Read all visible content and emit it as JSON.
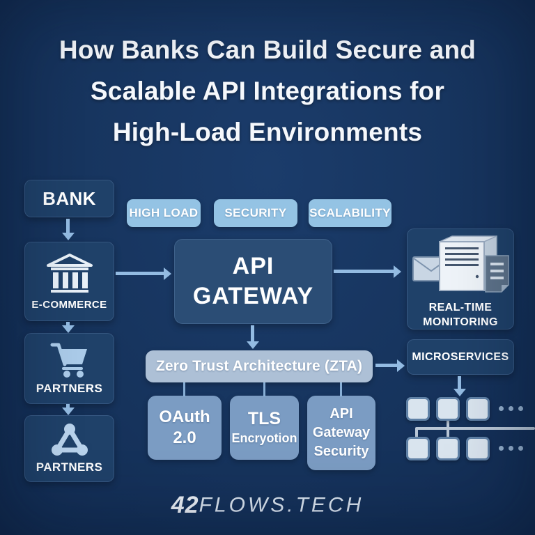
{
  "title": {
    "line1": "How Banks Can Build Secure and",
    "line2": "Scalable API Integrations for",
    "line3": "High-Load Environments"
  },
  "pills": {
    "high_load": "HIGH LOAD",
    "security": "SECURITY",
    "scalability": "SCALABILITY"
  },
  "nodes": {
    "bank": {
      "label": "BANK"
    },
    "ecommerce": {
      "label": "E-COMMERCE",
      "icon": "bank-building-icon"
    },
    "partners_cart": {
      "label": "PARTNERS",
      "icon": "shopping-cart-icon"
    },
    "partners_network": {
      "label": "PARTNERS",
      "icon": "network-nodes-icon"
    },
    "api_gateway": {
      "line1": "API",
      "line2": "GATEWAY"
    },
    "monitoring": {
      "line1": "REAL-TIME",
      "line2": "MONITORING",
      "icon": "monitoring-documents-icon"
    },
    "microservices": {
      "label": "MICROSERVICES"
    },
    "zta": {
      "label": "Zero Trust Architecture (ZTA)"
    },
    "oauth": {
      "line1": "OAuth",
      "line2": "2.0"
    },
    "tls": {
      "line1": "TLS",
      "line2": "Encryotion"
    },
    "api_gateway_security": {
      "line1": "API",
      "line2": "Gateway",
      "line3": "Security"
    }
  },
  "footer": {
    "brand_number": "42",
    "brand_name": "FLOWS",
    "brand_tld": ".TECH"
  },
  "colors": {
    "background": "#17355f",
    "node_dark": "#1f4169",
    "api_box": "#2b4d75",
    "pill": "#94c3e4",
    "zta_bar": "#adc0d6",
    "security_box": "#7b9cc3",
    "arrow": "#93bbe2",
    "square_fill": "#d9e4ee",
    "square_border": "#5f81a6"
  }
}
